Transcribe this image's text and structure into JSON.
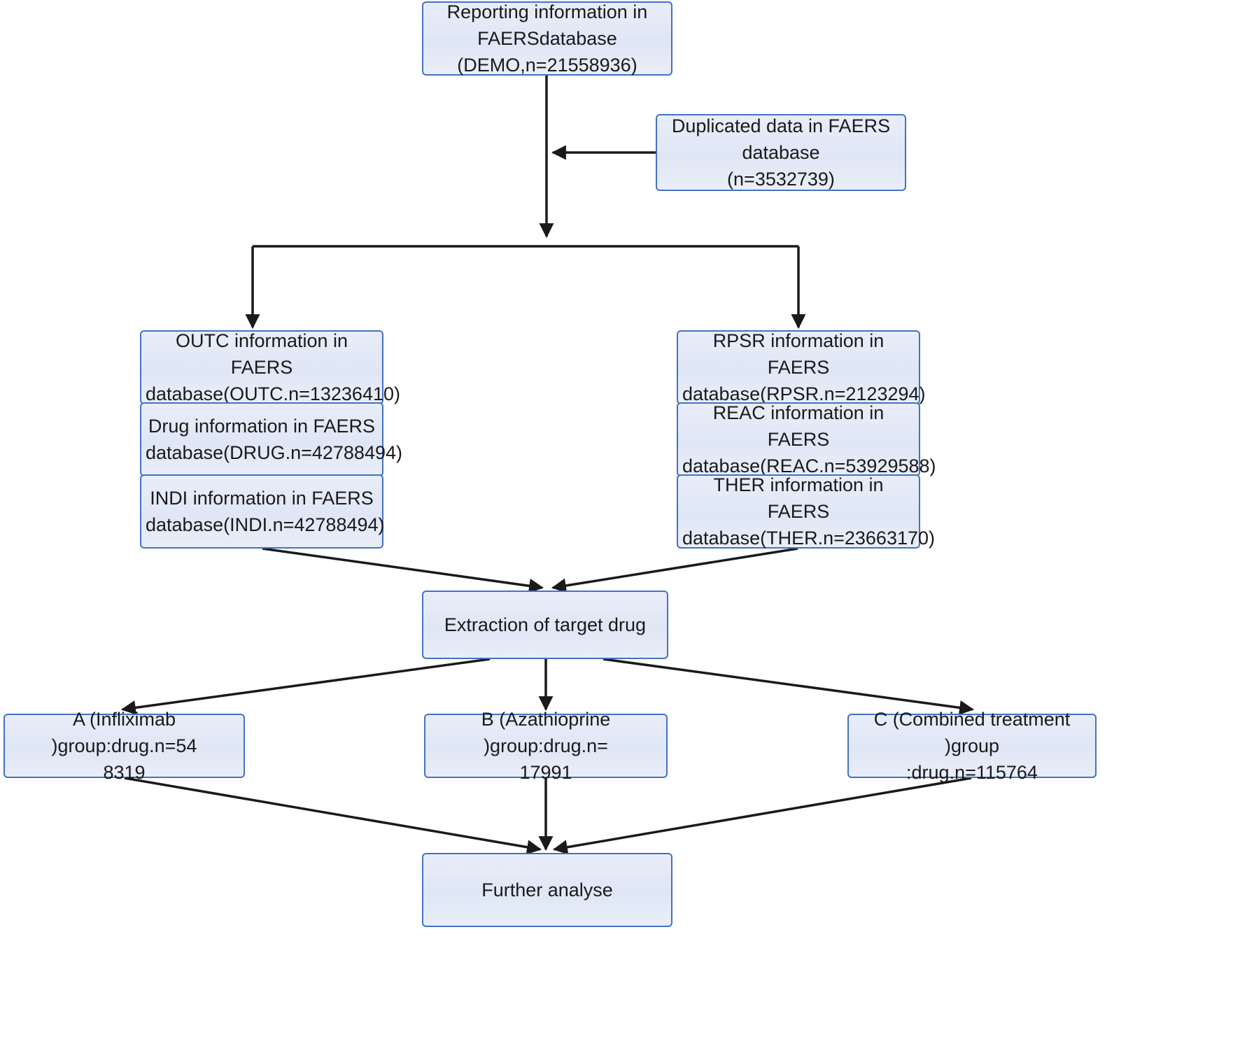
{
  "diagram": {
    "title": "FAERS database study flow diagram",
    "accent_color": "#4472c4",
    "node_fill": "#e4eaf6",
    "connector_color": "#1a1a1a",
    "nodes": {
      "demo": "Reporting information in\nFAERSdatabase\n(DEMO,n=21558936)",
      "duplicated": "Duplicated data in FAERS\ndatabase\n(n=3532739)",
      "outc": "OUTC information in FAERS\ndatabase(OUTC.n=13236410)",
      "drug": "Drug information in FAERS\ndatabase(DRUG.n=42788494)",
      "indi": "INDI information in FAERS\ndatabase(INDI.n=42788494)",
      "rpsr": "RPSR information in FAERS\ndatabase(RPSR.n=2123294)",
      "reac": "REAC information in FAERS\ndatabase(REAC.n=53929588)",
      "ther": "THER information in FAERS\ndatabase(THER.n=23663170)",
      "extraction": "Extraction of target drug",
      "group_a": "A (Infliximab )group:drug.n=54\n8319",
      "group_b": "B (Azathioprine )group:drug.n=\n17991",
      "group_c": "C (Combined treatment  )group\n:drug.n=115764",
      "further": "Further analyse"
    }
  }
}
